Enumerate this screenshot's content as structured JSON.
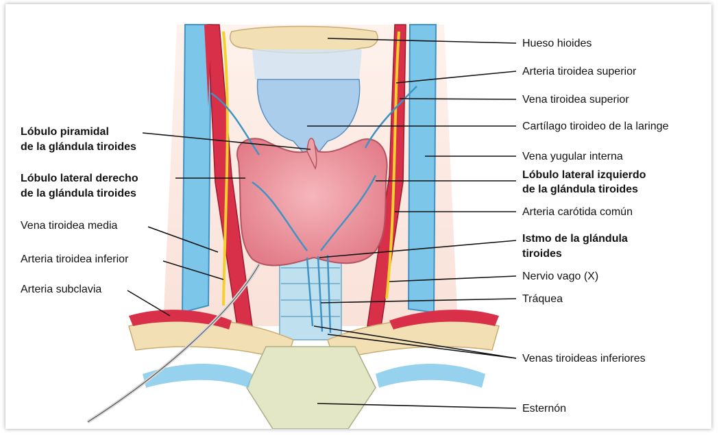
{
  "labels": {
    "hueso_hioides": "Hueso hioides",
    "arteria_tiroidea_superior": "Arteria tiroidea superior",
    "vena_tiroidea_superior": "Vena tiroidea superior",
    "cartilago_tiroideo": "Cartílago tiroideo de la laringe",
    "vena_yugular_interna": "Vena yugular interna",
    "lobulo_lateral_izquierdo_1": "Lóbulo lateral izquierdo",
    "lobulo_lateral_izquierdo_2": "de la glándula tiroides",
    "arteria_carotida_comun": "Arteria carótida común",
    "istmo_1": "Istmo de la glándula",
    "istmo_2": "tiroides",
    "nervio_vago": "Nervio vago (X)",
    "traquea": "Tráquea",
    "venas_tiroideas_inferiores": "Venas tiroideas inferiores",
    "esternon": "Esternón",
    "lobulo_piramidal_1": "Lóbulo piramidal",
    "lobulo_piramidal_2": "de la glándula tiroides",
    "lobulo_lateral_derecho_1": "Lóbulo lateral derecho",
    "lobulo_lateral_derecho_2": "de la glándula tiroides",
    "vena_tiroidea_media": "Vena tiroidea media",
    "arteria_tiroidea_inferior": "Arteria tiroidea inferior",
    "arteria_subclavia": "Arteria subclavia"
  },
  "colors": {
    "artery": "#d9304a",
    "vein": "#6cb8e0",
    "thyroid": "#f0a0a8",
    "cartilage": "#a9cdea",
    "bone": "#f3dfb4",
    "nerve": "#f3d030",
    "leader": "#111111"
  }
}
